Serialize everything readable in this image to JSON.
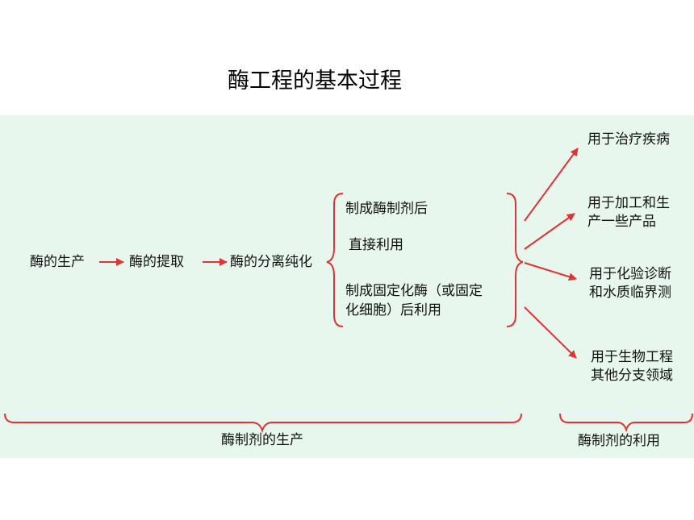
{
  "title": "酶工程的基本过程",
  "stages": {
    "production": "酶的生产",
    "extraction": "酶的提取",
    "purification": "酶的分离纯化"
  },
  "methods": [
    "制成酶制剂后",
    "直接利用",
    "制成固定化酶（或固定",
    "化细胞）后利用"
  ],
  "uses": [
    [
      "用于治疗疾病"
    ],
    [
      "用于加工和生",
      "产一些产品"
    ],
    [
      "用于化验诊断",
      "和水质临界测"
    ],
    [
      "用于生物工程",
      "其他分支领域"
    ]
  ],
  "sections": {
    "production": "酶制剂的生产",
    "utilization": "酶制剂的利用"
  },
  "colors": {
    "panel_background": "#e8f7ee",
    "arrow": "#e03434"
  }
}
